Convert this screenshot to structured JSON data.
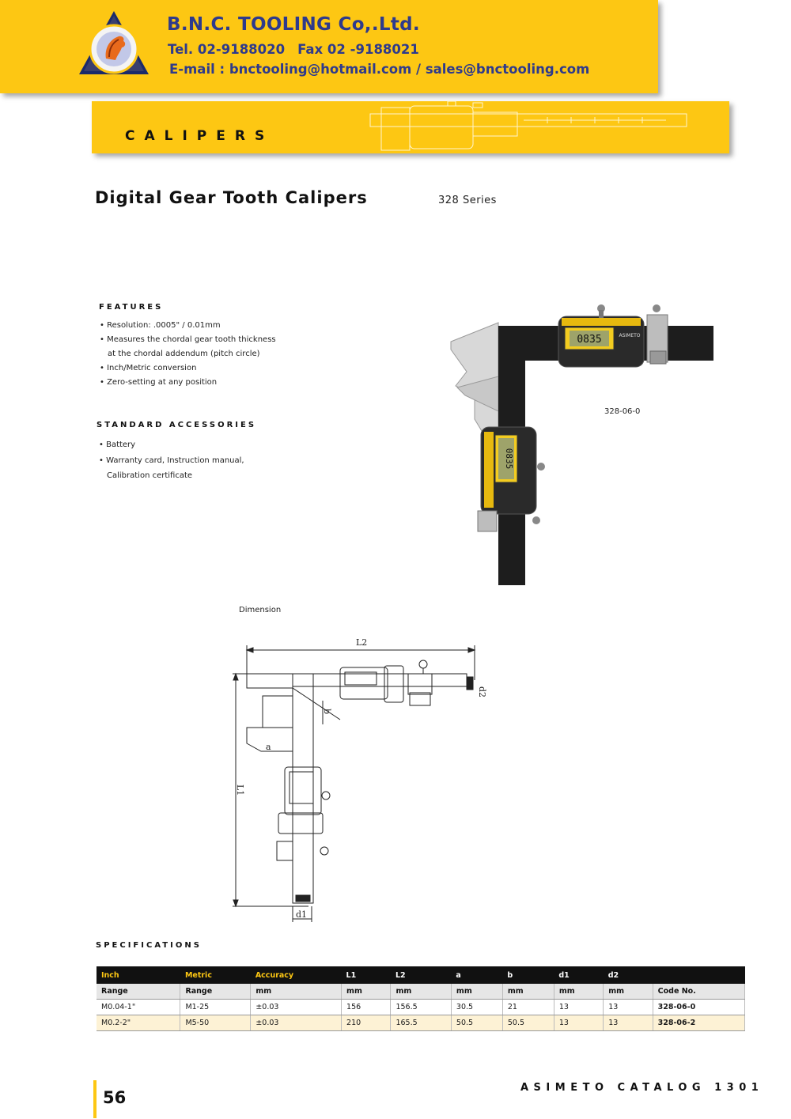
{
  "header": {
    "company": "B.N.C. TOOLING  Co,.Ltd.",
    "tel": "Tel. 02-9188020",
    "fax": "Fax 02 -9188021",
    "email": "E-mail : bnctooling@hotmail.com / sales@bnctooling.com",
    "logo_icon": "horse-head-logo"
  },
  "section": {
    "title": "CALIPERS"
  },
  "product": {
    "title": "Digital Gear Tooth Calipers",
    "series": "328 Series",
    "model_label": "328-06-0"
  },
  "features": {
    "heading": "FEATURES",
    "items": [
      "• Resolution: .0005\" / 0.01mm",
      "• Measures the chordal gear tooth thickness",
      "at the chordal addendum (pitch circle)",
      "• Inch/Metric conversion",
      "• Zero-setting at any position"
    ]
  },
  "accessories": {
    "heading": "STANDARD ACCESSORIES",
    "items": [
      "• Battery",
      "• Warranty card, Instruction manual,",
      "Calibration certificate"
    ]
  },
  "photo": {
    "display_top": "0835",
    "display_side": "0835",
    "brand_text": "ASIMETO"
  },
  "dimension": {
    "label": "Dimension",
    "L2": "L2",
    "L1": "L1",
    "a": "a",
    "b": "b",
    "d1": "d1",
    "d2": "d2"
  },
  "specifications": {
    "heading": "SPECIFICATIONS",
    "header": [
      "Inch",
      "Metric",
      "Accuracy",
      "L1",
      "L2",
      "a",
      "b",
      "d1",
      "d2",
      ""
    ],
    "units": [
      "Range",
      "Range",
      "mm",
      "mm",
      "mm",
      "mm",
      "mm",
      "mm",
      "mm",
      "Code No."
    ],
    "rows": [
      [
        "M0.04-1\"",
        "M1-25",
        "±0.03",
        "156",
        "156.5",
        "30.5",
        "21",
        "13",
        "13",
        "328-06-0"
      ],
      [
        "M0.2-2\"",
        "M5-50",
        "±0.03",
        "210",
        "165.5",
        "50.5",
        "50.5",
        "13",
        "13",
        "328-06-2"
      ]
    ]
  },
  "footer": {
    "page": "56",
    "catalog": "ASIMETO CATALOG 1301"
  },
  "colors": {
    "brand_yellow": "#fdc713",
    "brand_blue": "#2e3a8c",
    "table_dark": "#111111"
  }
}
